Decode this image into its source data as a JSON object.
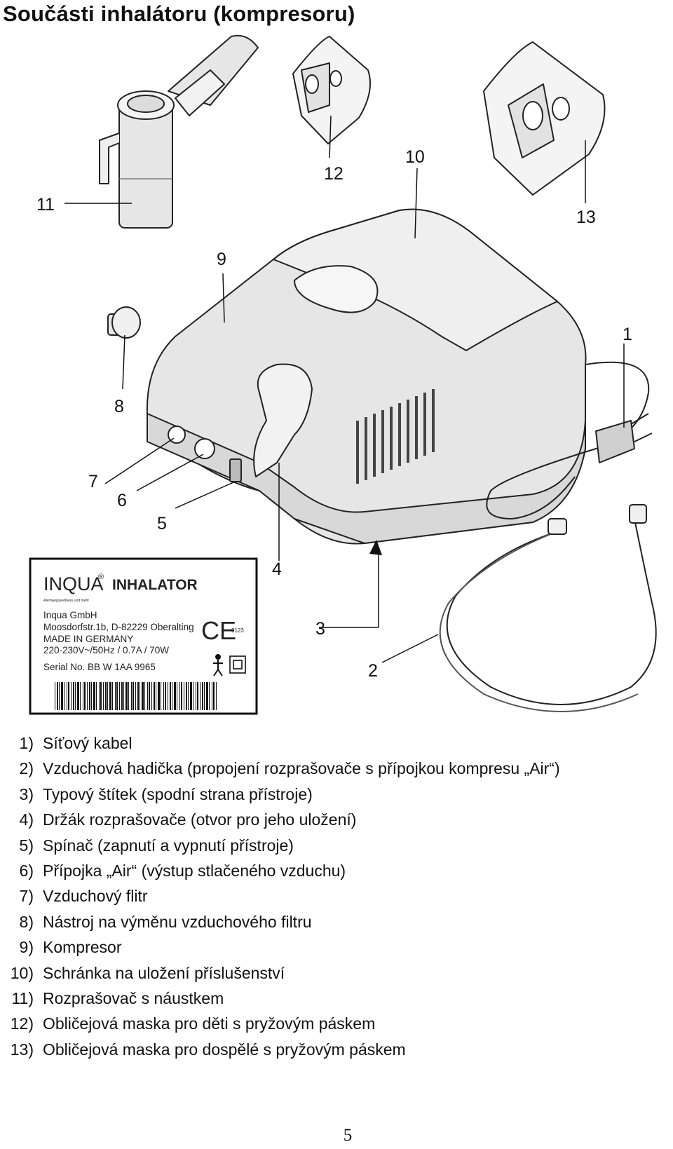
{
  "page": {
    "title": "Součásti inhalátoru (kompresoru)",
    "page_number": "5"
  },
  "figure": {
    "callouts": [
      "1",
      "2",
      "3",
      "4",
      "5",
      "6",
      "7",
      "8",
      "9",
      "10",
      "11",
      "12",
      "13"
    ],
    "label": {
      "brand": "INQUA",
      "registered": "®",
      "product": "INHALATOR",
      "tagline": "Atemwegswellness und mehr",
      "company": "Inqua GmbH",
      "address": "Moosdorfstr.1b, D-82229 Oberalting",
      "made_in": "MADE IN GERMANY",
      "rating": "220-230V~/50Hz / 0.7A / 70W",
      "serial": "Serial No.  BB W 1AA 9965",
      "ce_mark": "CE",
      "ce_number": "0123"
    },
    "icons": [
      "ce-mark-icon",
      "person-body-type-icon",
      "double-insulation-icon",
      "barcode"
    ]
  },
  "parts": [
    {
      "num": "1)",
      "text": "Síťový kabel"
    },
    {
      "num": "2)",
      "text": "Vzduchová hadička (propojení rozprašovače s přípojkou kompresu „Air“)"
    },
    {
      "num": "3)",
      "text": "Typový štítek (spodní strana přístroje)"
    },
    {
      "num": "4)",
      "text": "Držák rozprašovače (otvor pro jeho uložení)"
    },
    {
      "num": "5)",
      "text": "Spínač (zapnutí a vypnutí přístroje)"
    },
    {
      "num": "6)",
      "text": "Přípojka „Air“ (výstup stlačeného vzduchu)"
    },
    {
      "num": "7)",
      "text": "Vzduchový flitr"
    },
    {
      "num": "8)",
      "text": "Nástroj na výměnu vzduchového filtru"
    },
    {
      "num": "9)",
      "text": "Kompresor"
    },
    {
      "num": "10)",
      "text": "Schránka na uložení příslušenství"
    },
    {
      "num": "11)",
      "text": "Rozprašovač s náustkem"
    },
    {
      "num": "12)",
      "text": "Obličejová maska pro děti s pryžovým páskem"
    },
    {
      "num": "13)",
      "text": "Obličejová maska pro dospělé s pryžovým páskem"
    }
  ]
}
